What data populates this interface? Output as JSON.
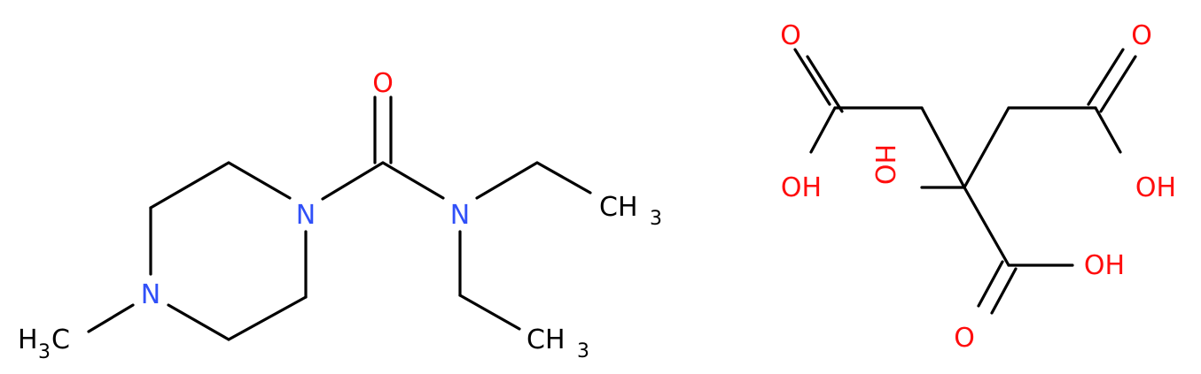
{
  "colors": {
    "carbon": "#000000",
    "nitrogen": "#3050F8",
    "oxygen": "#FF0D0D",
    "background": "#FFFFFF"
  },
  "piperazine_carboxamide": {
    "n_ring_top": "N",
    "n_ring_bottom": "N",
    "n_amide": "N",
    "o_carbonyl": "O",
    "methyl_left": {
      "main": "H",
      "sub": "3",
      "tail": "C"
    },
    "ethyl_top": {
      "main": "CH",
      "sub": "3"
    },
    "ethyl_bottom": {
      "main": "CH",
      "sub": "3"
    }
  },
  "citric_acid": {
    "o_left_top": "O",
    "oh_left": "OH",
    "ho_center": "HO",
    "o_right_top": "O",
    "oh_right": "OH",
    "oh_bottom": "OH",
    "o_bottom": "O"
  }
}
